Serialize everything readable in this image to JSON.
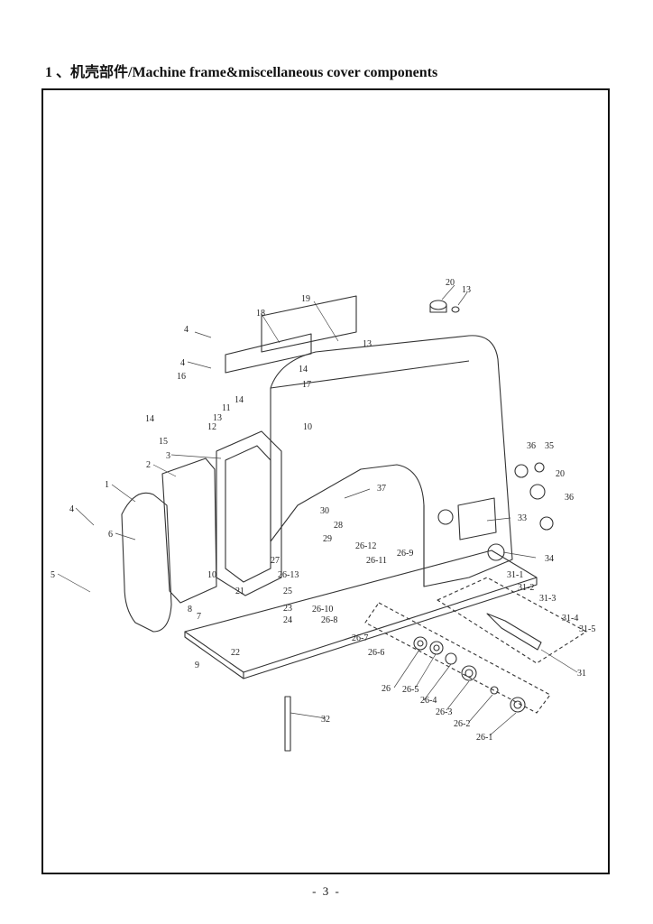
{
  "header": {
    "title": "1 、机壳部件/Machine frame&miscellaneous cover components"
  },
  "diagram": {
    "callouts": [
      "1",
      "2",
      "3",
      "4",
      "4",
      "4",
      "5",
      "6",
      "7",
      "8",
      "9",
      "10",
      "10",
      "11",
      "12",
      "13",
      "13",
      "13",
      "14",
      "14",
      "14",
      "15",
      "16",
      "17",
      "18",
      "19",
      "20",
      "20",
      "21",
      "22",
      "23",
      "24",
      "25",
      "26",
      "26-1",
      "26-2",
      "26-3",
      "26-4",
      "26-5",
      "26-6",
      "26-7",
      "26-8",
      "26-9",
      "26-10",
      "26-11",
      "26-12",
      "26-13",
      "27",
      "28",
      "29",
      "30",
      "31",
      "31-1",
      "31-2",
      "31-3",
      "31-4",
      "31-5",
      "32",
      "33",
      "34",
      "35",
      "36",
      "36",
      "37"
    ]
  },
  "footer": {
    "page_number": "- 3 -"
  }
}
